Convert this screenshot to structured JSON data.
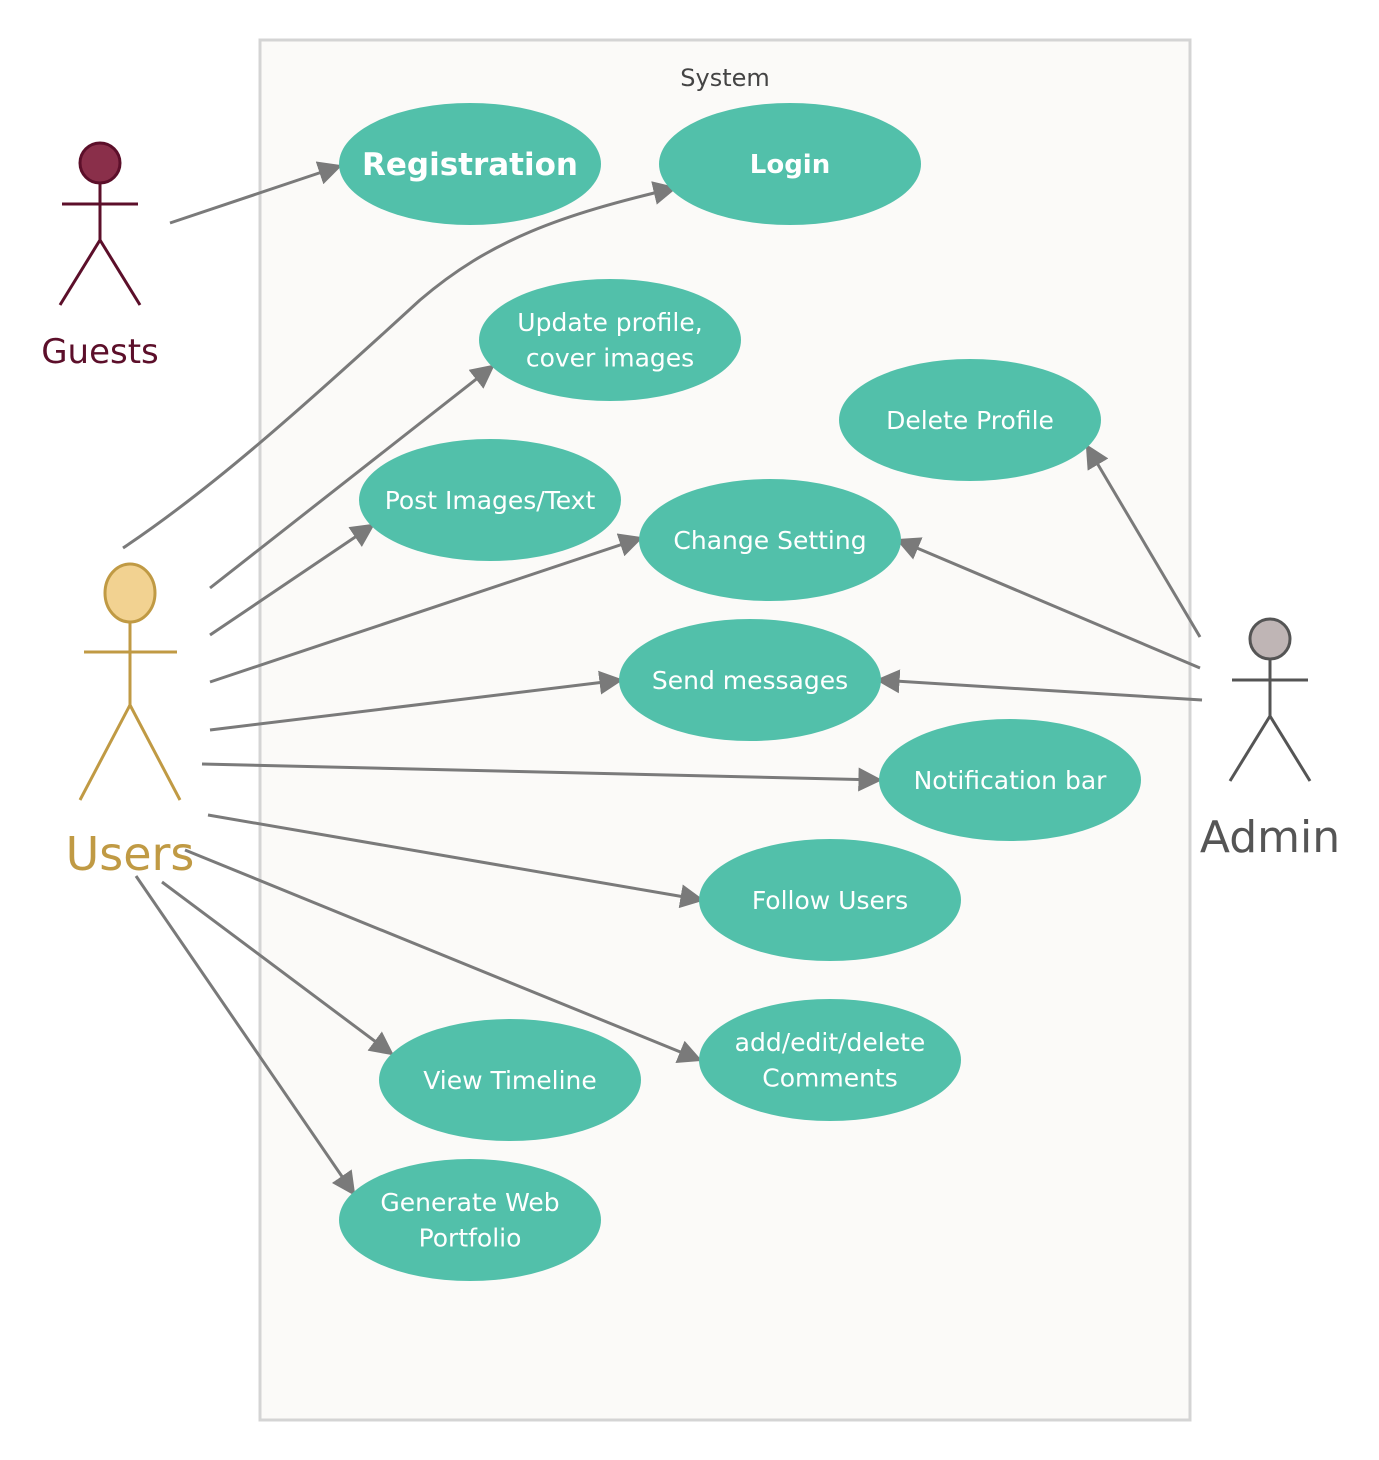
{
  "system": {
    "label": "System"
  },
  "actors": {
    "guests": {
      "label": "Guests",
      "color": "#5c0f2a",
      "head_fill": "#8a2f4a"
    },
    "users": {
      "label": "Users",
      "color": "#c09a44",
      "head_fill": "#f2d291"
    },
    "admin": {
      "label": "Admin",
      "color": "#555555",
      "head_fill": "#bfb5b5"
    }
  },
  "colors": {
    "usecase_fill": "#52c0aa",
    "usecase_text": "#ffffff",
    "connector": "#7a7a7a",
    "system_fill": "#fbfaf8",
    "system_border": "#d4d4d4"
  },
  "use_cases": [
    {
      "id": "registration",
      "lines": [
        "Registration"
      ]
    },
    {
      "id": "login",
      "lines": [
        "Login"
      ]
    },
    {
      "id": "update-profile",
      "lines": [
        "Update profile,",
        "cover images"
      ]
    },
    {
      "id": "delete-profile",
      "lines": [
        "Delete Profile"
      ]
    },
    {
      "id": "post-images",
      "lines": [
        "Post Images/Text"
      ]
    },
    {
      "id": "change-setting",
      "lines": [
        "Change Setting"
      ]
    },
    {
      "id": "send-messages",
      "lines": [
        "Send messages"
      ]
    },
    {
      "id": "notification-bar",
      "lines": [
        "Notification bar"
      ]
    },
    {
      "id": "follow-users",
      "lines": [
        "Follow Users"
      ]
    },
    {
      "id": "view-timeline",
      "lines": [
        "View Timeline"
      ]
    },
    {
      "id": "add-edit-delete-comments",
      "lines": [
        "add/edit/delete",
        "Comments"
      ]
    },
    {
      "id": "generate-web-portfolio",
      "lines": [
        "Generate Web",
        "Portfolio"
      ]
    }
  ],
  "associations": [
    {
      "from": "guests",
      "to": "registration"
    },
    {
      "from": "users",
      "to": "login"
    },
    {
      "from": "users",
      "to": "update-profile"
    },
    {
      "from": "users",
      "to": "post-images"
    },
    {
      "from": "users",
      "to": "change-setting"
    },
    {
      "from": "users",
      "to": "send-messages"
    },
    {
      "from": "users",
      "to": "notification-bar"
    },
    {
      "from": "users",
      "to": "follow-users"
    },
    {
      "from": "users",
      "to": "add-edit-delete-comments"
    },
    {
      "from": "users",
      "to": "view-timeline"
    },
    {
      "from": "users",
      "to": "generate-web-portfolio"
    },
    {
      "from": "admin",
      "to": "delete-profile"
    },
    {
      "from": "admin",
      "to": "change-setting"
    },
    {
      "from": "admin",
      "to": "send-messages"
    }
  ]
}
